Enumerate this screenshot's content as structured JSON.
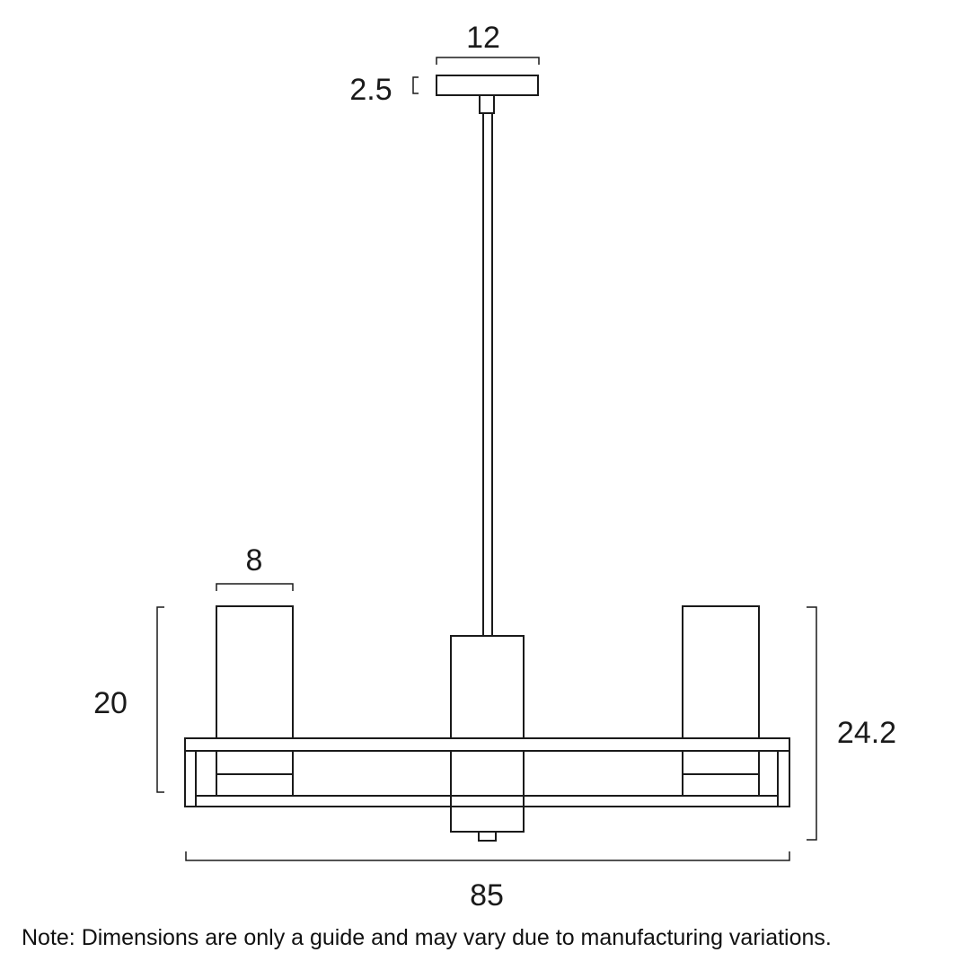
{
  "dimensions": {
    "canopy_width": "12",
    "canopy_height": "2.5",
    "shade_width": "8",
    "shade_height": "20",
    "body_height": "24.2",
    "overall_width": "85"
  },
  "note": "Note: Dimensions are only a guide and may vary due to manufacturing variations."
}
